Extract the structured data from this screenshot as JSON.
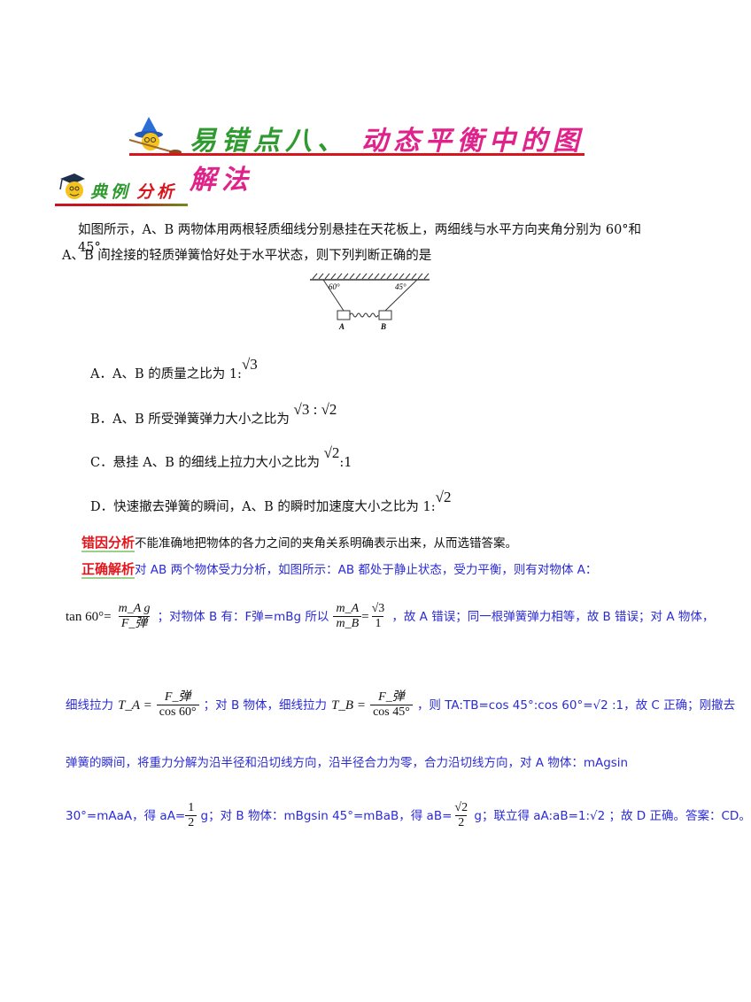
{
  "header": {
    "title_green": "易错点八、",
    "title_pink": "动态平衡中的图解法",
    "mascot_icon": "wizard-mascot-icon",
    "colors": {
      "green": "#2f9a2f",
      "pink": "#e0238a",
      "rule": "#d8141c"
    }
  },
  "section": {
    "title_green": "典例",
    "title_red": "分析",
    "mascot_icon": "graduate-mascot-icon"
  },
  "question": {
    "line1": "如图所示，A、B 两物体用两根轻质细线分别悬挂在天花板上，两细线与水平方向夹角分别为 60°和 45°，",
    "line2": "A、B 间拴接的轻质弹簧恰好处于水平状态，则下列判断正确的是",
    "figure": {
      "angle_left": "60°",
      "angle_right": "45°",
      "label_a": "A",
      "label_b": "B"
    }
  },
  "options": [
    {
      "letter": "A．",
      "text": "A、B 的质量之比为 1:",
      "math": "√3",
      "tail": ""
    },
    {
      "letter": "B．",
      "text": "A、B 所受弹簧弹力大小之比为",
      "math": "√3 : √2",
      "tail": ""
    },
    {
      "letter": "C．",
      "text": "悬挂 A、B 的细线上拉力大小之比为",
      "math": "√2",
      "tail": ":1"
    },
    {
      "letter": "D．",
      "text": "快速撤去弹簧的瞬间，A、B 的瞬时加速度大小之比为 1:",
      "math": "√2",
      "tail": ""
    }
  ],
  "error_analysis": {
    "label": "错因分析",
    "text": "不能准确地把物体的各力之间的夹角关系明确表示出来，从而选错答案。"
  },
  "solution": {
    "label": "正确解析",
    "line1": "对 AB 两个物体受力分析，如图所示：AB 都处于静止状态，受力平衡，则有对物体 A：",
    "line2": {
      "eq1_left": "tan 60°=",
      "eq1_num": "m_A g",
      "eq1_den": "F_弹",
      "t1": "；对物体 B 有：F弹=mBg 所以",
      "eq2_num": "m_A",
      "eq2_den": "m_B",
      "eq2_eq": "=",
      "eq2_rnum": "√3",
      "eq2_rden": "1",
      "t2": "，故 A 错误；同一根弹簧弹力相等，故 B 错误；对 A 物体，"
    },
    "line3": {
      "t1": "细线拉力",
      "ta": "T_A =",
      "ta_num": "F_弹",
      "ta_den": "cos 60°",
      "t2": "；对 B 物体，细线拉力",
      "tb": "T_B =",
      "tb_num": "F_弹",
      "tb_den": "cos 45°",
      "t3": "，则 TA:TB=cos 45°:cos 60°=√2 :1，故 C 正确；刚撤去"
    },
    "line4": "弹簧的瞬间，将重力分解为沿半径和沿切线方向，沿半径合力为零，合力沿切线方向，对 A 物体：mAgsin",
    "line5": {
      "t1": "30°=mAaA，得 aA=",
      "f1_num": "1",
      "f1_den": "2",
      "t2": " g；对 B 物体：mBgsin 45°=mBaB，得 aB=",
      "f2_num": "√2",
      "f2_den": "2",
      "t3": " g；联立得 aA:aB=1:√2 ；故 D 正确。答案：CD。"
    }
  }
}
